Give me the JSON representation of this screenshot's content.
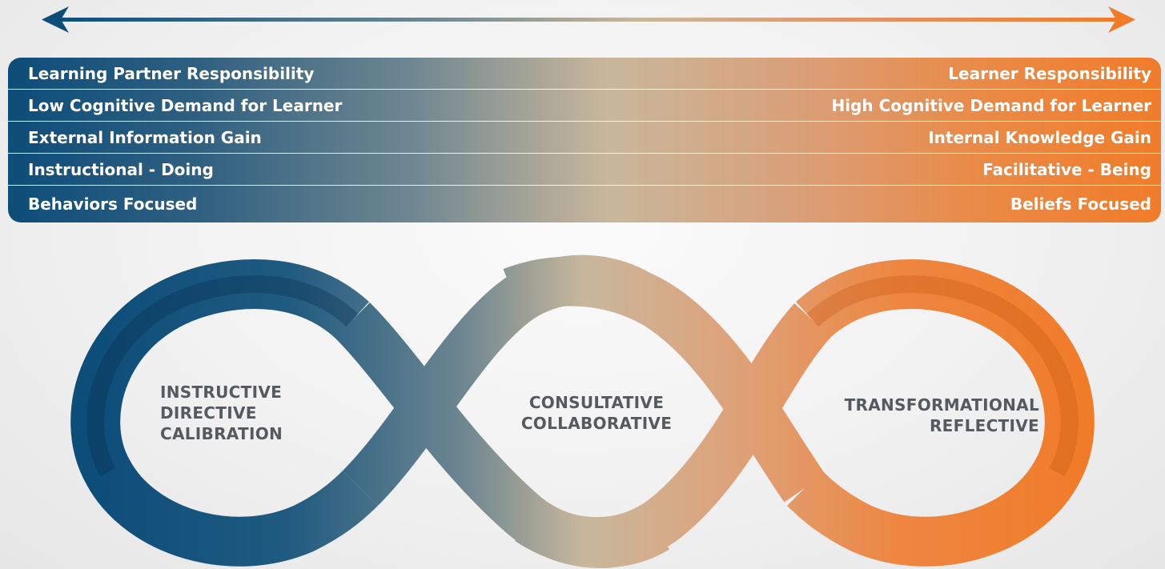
{
  "spectrum_rows": [
    {
      "left": "Learning Partner Responsibility",
      "right": "Learner Responsibility"
    },
    {
      "left": "Low Cognitive Demand for Learner",
      "right": "High Cognitive Demand for Learner"
    },
    {
      "left": "External Information Gain",
      "right": "Internal Knowledge Gain"
    },
    {
      "left": "Instructional - Doing",
      "right": "Facilitative - Being"
    },
    {
      "left": "Behaviors Focused",
      "right": "Beliefs Focused"
    }
  ],
  "loops": {
    "left": [
      "INSTRUCTIVE",
      "DIRECTIVE",
      "CALIBRATION"
    ],
    "middle": [
      "CONSULTATIVE",
      "COLLABORATIVE"
    ],
    "right": [
      "TRANSFORMATIONAL",
      "REFLECTIVE"
    ]
  },
  "colors": {
    "blue": "#0d4d7a",
    "beige": "#c9b79c",
    "orange": "#f07c2a",
    "label": "#555a60"
  }
}
